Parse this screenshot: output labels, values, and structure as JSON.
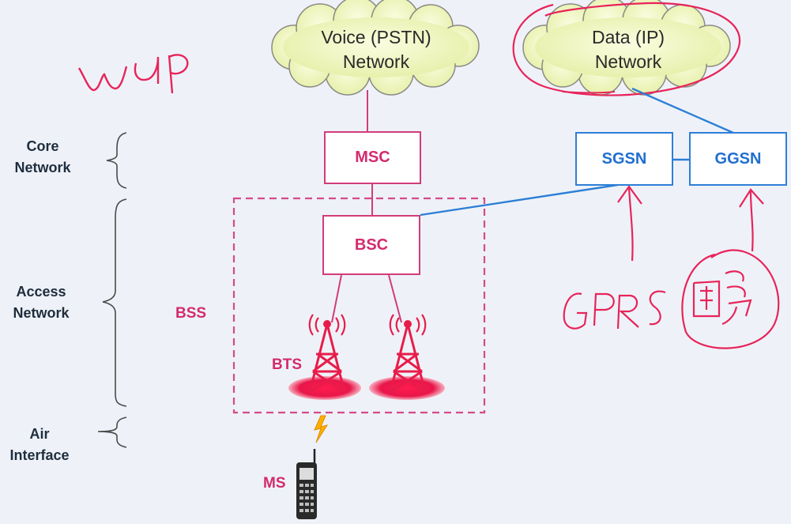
{
  "clouds": {
    "voice": {
      "line1": "Voice (PSTN)",
      "line2": "Network"
    },
    "data": {
      "line1": "Data (IP)",
      "line2": "Network"
    }
  },
  "layers": {
    "core": {
      "line1": "Core",
      "line2": "Network"
    },
    "access": {
      "line1": "Access",
      "line2": "Network"
    },
    "air": {
      "line1": "Air",
      "line2": "Interface"
    }
  },
  "nodes": {
    "msc": "MSC",
    "bsc": "BSC",
    "sgsn": "SGSN",
    "ggsn": "GGSN",
    "bts": "BTS",
    "bss": "BSS",
    "ms": "MS"
  },
  "handwriting": {
    "wap": "wap",
    "gprs": "GPRS"
  },
  "colors": {
    "gsm_red": "#d42a6e",
    "gprs_blue": "#1f6fd0",
    "annotation_red": "#e8245a",
    "cloud_fill": "#f3f7cc"
  }
}
